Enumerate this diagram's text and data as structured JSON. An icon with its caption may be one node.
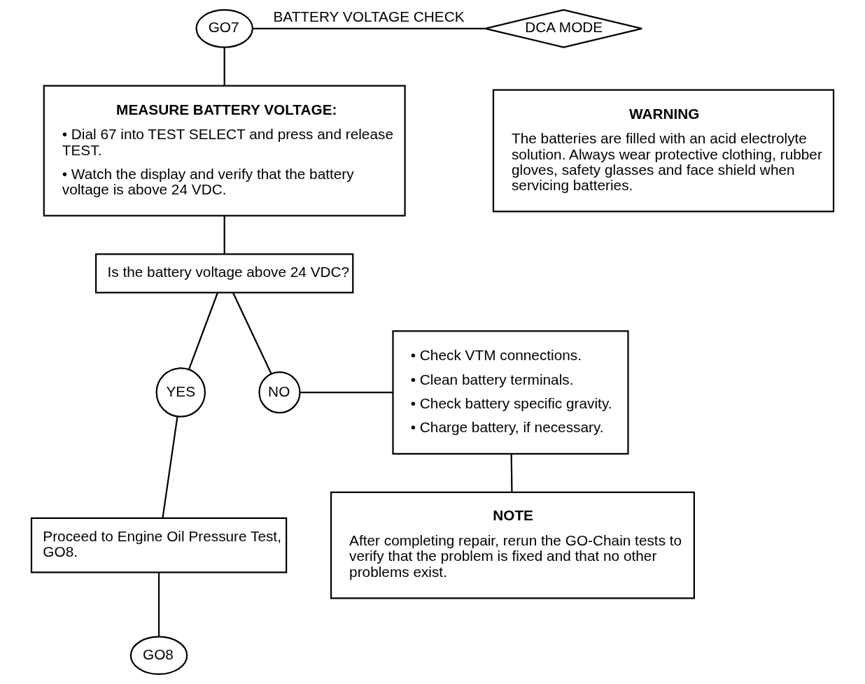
{
  "diagram": {
    "nodes": [
      {
        "text": [
          "GO7"
        ]
      },
      {
        "text": [
          "DCA MODE"
        ]
      },
      {
        "text": [
          "MEASURE BATTERY VOLTAGE:",
          "• Dial 67 into TEST SELECT and press and release TEST.",
          "• Watch the display and verify that the battery voltage is above 24 VDC."
        ]
      },
      {
        "text": [
          "WARNING",
          "The batteries are filled with an acid electrolyte solution. Always wear protective clothing, rubber gloves, safety glasses and face shield when servicing batteries."
        ]
      },
      {
        "text": [
          "Is the battery voltage above 24 VDC?"
        ]
      },
      {
        "text": [
          "YES"
        ]
      },
      {
        "text": [
          "NO"
        ]
      },
      {
        "text": [
          "• Check VTM connections.",
          "• Clean battery terminals.",
          "• Check battery specific gravity.",
          "• Charge battery, if necessary."
        ]
      },
      {
        "text": [
          "Proceed to Engine Oil Pressure Test, GO8."
        ]
      },
      {
        "text": [
          "NOTE",
          "After completing repair, rerun the GO-Chain tests to verify that the problem is fixed and that no other problems exist."
        ]
      },
      {
        "text": [
          "GO8"
        ]
      }
    ],
    "edges": [
      {
        "from": 0,
        "to": 1,
        "arrow": "none",
        "label": "BATTERY VOLTAGE CHECK"
      },
      {
        "from": 0,
        "to": 2,
        "arrow": "none"
      },
      {
        "from": 2,
        "to": 4,
        "arrow": "none"
      },
      {
        "from": 4,
        "to": 5,
        "arrow": "none"
      },
      {
        "from": 4,
        "to": 6,
        "arrow": "none"
      },
      {
        "from": 6,
        "to": 7,
        "arrow": "none"
      },
      {
        "from": 5,
        "to": 8,
        "arrow": "none"
      },
      {
        "from": 7,
        "to": 9,
        "arrow": "none"
      },
      {
        "from": 8,
        "to": 10,
        "arrow": "none"
      }
    ]
  }
}
